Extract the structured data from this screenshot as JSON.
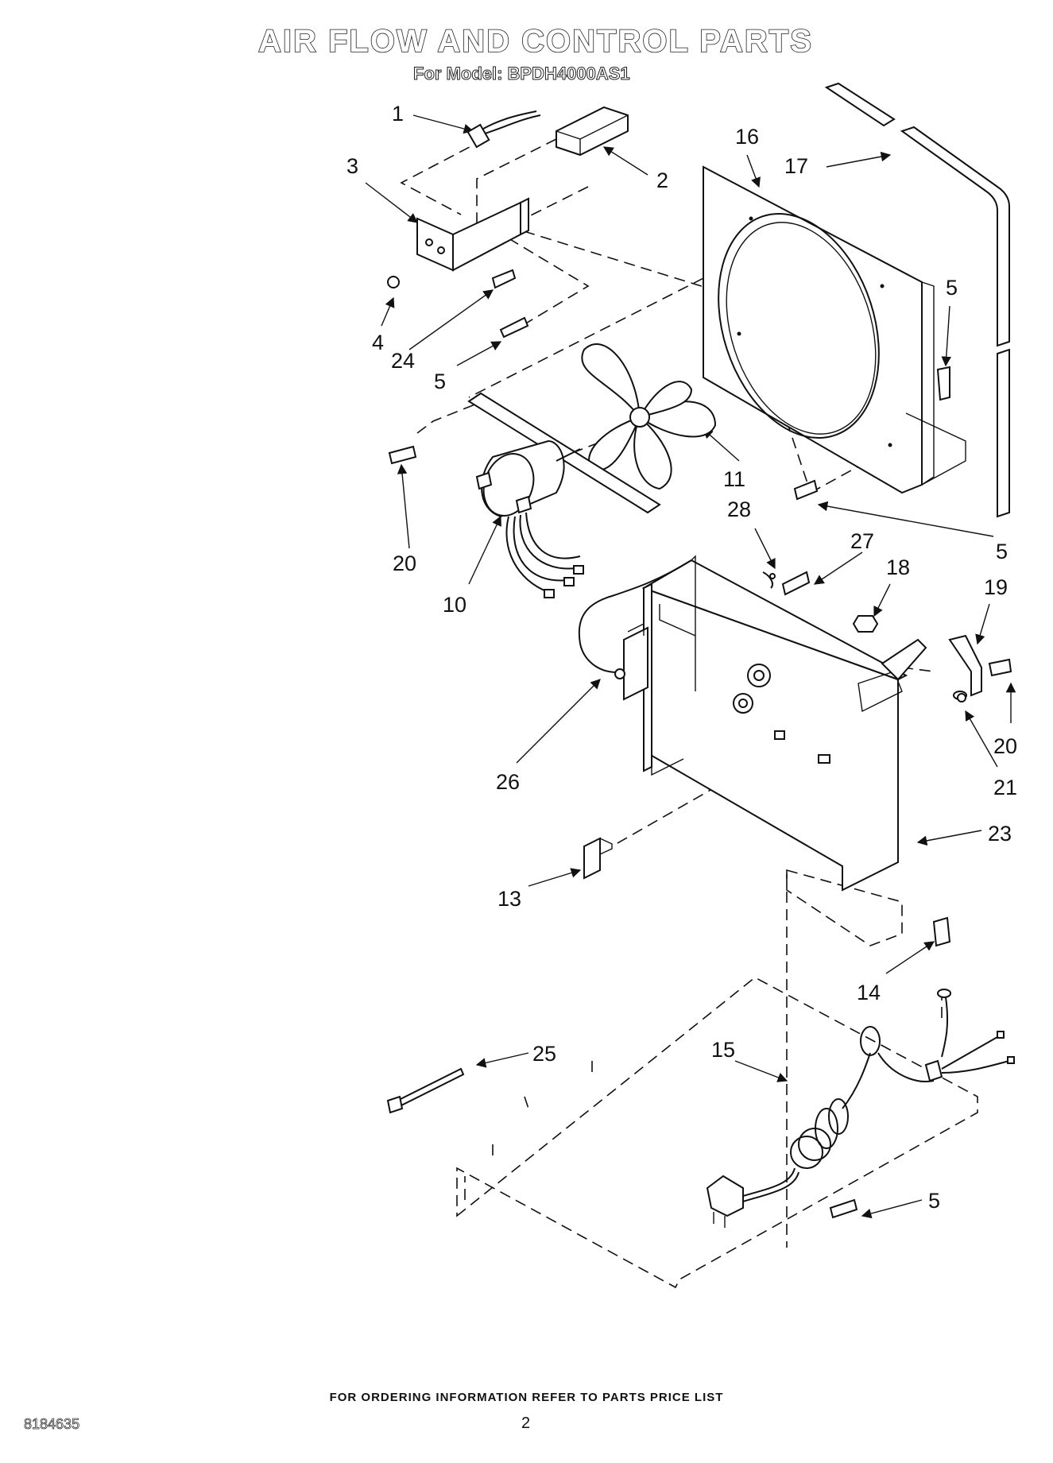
{
  "header": {
    "title": "AIR FLOW AND CONTROL PARTS",
    "subtitle": "For Model: BPDH4000AS1"
  },
  "callouts": [
    {
      "id": "c1",
      "label": "1"
    },
    {
      "id": "c2",
      "label": "2"
    },
    {
      "id": "c3",
      "label": "3"
    },
    {
      "id": "c16",
      "label": "16"
    },
    {
      "id": "c17",
      "label": "17"
    },
    {
      "id": "c5a",
      "label": "5"
    },
    {
      "id": "c4",
      "label": "4"
    },
    {
      "id": "c24",
      "label": "24"
    },
    {
      "id": "c5b",
      "label": "5"
    },
    {
      "id": "c11",
      "label": "11"
    },
    {
      "id": "c20a",
      "label": "20"
    },
    {
      "id": "c10",
      "label": "10"
    },
    {
      "id": "c28",
      "label": "28"
    },
    {
      "id": "c5c",
      "label": "5"
    },
    {
      "id": "c27",
      "label": "27"
    },
    {
      "id": "c18",
      "label": "18"
    },
    {
      "id": "c19",
      "label": "19"
    },
    {
      "id": "c20b",
      "label": "20"
    },
    {
      "id": "c26",
      "label": "26"
    },
    {
      "id": "c21",
      "label": "21"
    },
    {
      "id": "c23",
      "label": "23"
    },
    {
      "id": "c13",
      "label": "13"
    },
    {
      "id": "c14",
      "label": "14"
    },
    {
      "id": "c25",
      "label": "25"
    },
    {
      "id": "c15",
      "label": "15"
    },
    {
      "id": "c5d",
      "label": "5"
    }
  ],
  "footer": {
    "note": "FOR ORDERING INFORMATION REFER TO PARTS PRICE LIST",
    "page": "2",
    "doc_number": "8184635"
  }
}
